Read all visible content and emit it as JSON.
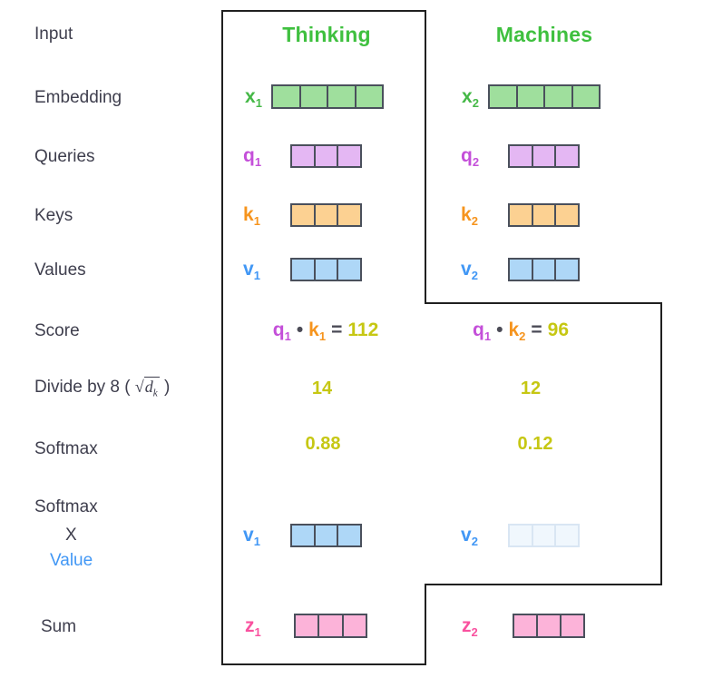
{
  "headers": {
    "col1": "Thinking",
    "col2": "Machines"
  },
  "left_labels": {
    "input": "Input",
    "embedding": "Embedding",
    "queries": "Queries",
    "keys": "Keys",
    "values": "Values",
    "score": "Score",
    "divide": {
      "prefix": "Divide by 8 ( ",
      "radical": "√",
      "radicand": "d",
      "radicand_sub": "k",
      "suffix": " )"
    },
    "softmax": "Softmax",
    "softmax_x_value": {
      "line1": "Softmax",
      "line2": "X",
      "line3": "Value"
    },
    "sum": "Sum"
  },
  "rows": {
    "embedding": {
      "col1": {
        "label": "x",
        "sub": "1",
        "cells": 4
      },
      "col2": {
        "label": "x",
        "sub": "2",
        "cells": 4
      }
    },
    "queries": {
      "col1": {
        "label": "q",
        "sub": "1",
        "cells": 3
      },
      "col2": {
        "label": "q",
        "sub": "2",
        "cells": 3
      }
    },
    "keys": {
      "col1": {
        "label": "k",
        "sub": "1",
        "cells": 3
      },
      "col2": {
        "label": "k",
        "sub": "2",
        "cells": 3
      }
    },
    "values": {
      "col1": {
        "label": "v",
        "sub": "1",
        "cells": 3
      },
      "col2": {
        "label": "v",
        "sub": "2",
        "cells": 3
      }
    },
    "score": {
      "col1": {
        "q": "q",
        "q_sub": "1",
        "dot": "•",
        "k": "k",
        "k_sub": "1",
        "equals": "=",
        "value": "112"
      },
      "col2": {
        "q": "q",
        "q_sub": "1",
        "dot": "•",
        "k": "k",
        "k_sub": "2",
        "equals": "=",
        "value": "96"
      }
    },
    "divide": {
      "col1": "14",
      "col2": "12"
    },
    "softmax": {
      "col1": "0.88",
      "col2": "0.12"
    },
    "softmax_value": {
      "col1": {
        "label": "v",
        "sub": "1",
        "cells": 3
      },
      "col2": {
        "label": "v",
        "sub": "2",
        "cells": 3,
        "faded": true
      }
    },
    "sum": {
      "col1": {
        "label": "z",
        "sub": "1",
        "cells": 3
      },
      "col2": {
        "label": "z",
        "sub": "2",
        "cells": 3
      }
    }
  },
  "colors": {
    "header_green": "#3fc03f",
    "x_label_green": "#45b847",
    "x_fill": "#9fdf9d",
    "q_label_purple": "#c44fd9",
    "q_fill": "#e4b7f3",
    "k_label_orange": "#f6941d",
    "k_fill": "#fcd192",
    "v_label_blue": "#4197f5",
    "v_fill": "#aed7f7",
    "z_label_pink": "#f9519f",
    "z_fill": "#fcb3d9",
    "score_olive": "#c6c713",
    "left_label_dark": "#3e3e4d",
    "cell_border": "#4a505c",
    "faded_fill": "#f0f7fd",
    "faded_border": "#d9e6f3",
    "outline_black": "#202020"
  }
}
